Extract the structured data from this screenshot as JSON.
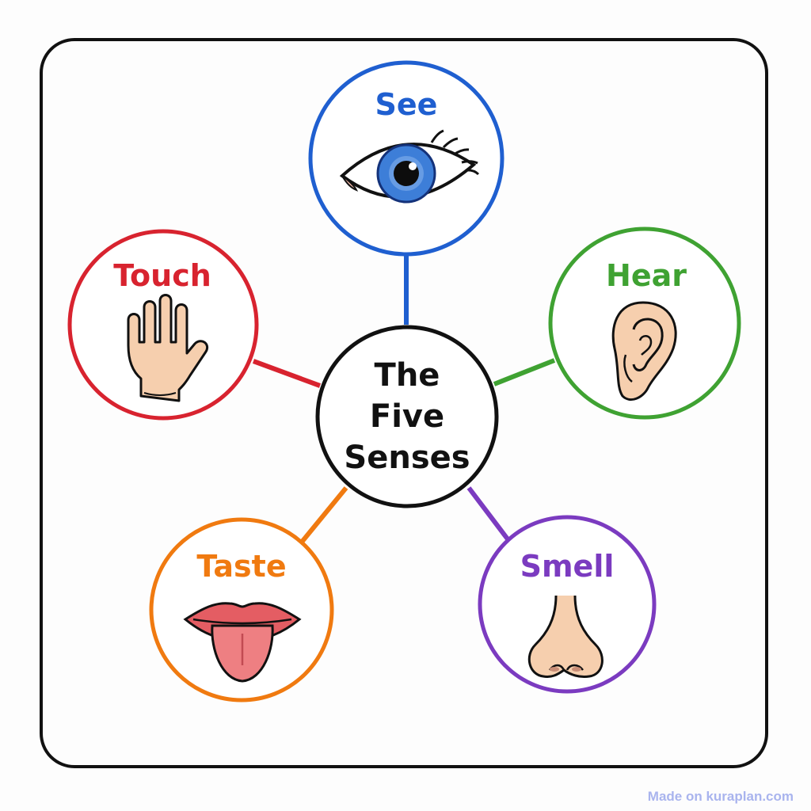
{
  "center": {
    "lines": [
      "The",
      "Five",
      "Senses"
    ]
  },
  "senses": [
    {
      "id": "see",
      "label": "See",
      "color": "#1f5fd0",
      "icon": "eye-icon"
    },
    {
      "id": "hear",
      "label": "Hear",
      "color": "#3fa232",
      "icon": "ear-icon"
    },
    {
      "id": "smell",
      "label": "Smell",
      "color": "#7b3bc0",
      "icon": "nose-icon"
    },
    {
      "id": "taste",
      "label": "Taste",
      "color": "#f07a10",
      "icon": "tongue-icon"
    },
    {
      "id": "touch",
      "label": "Touch",
      "color": "#d8232f",
      "icon": "hand-icon"
    }
  ],
  "footer": {
    "credit": "Made on kuraplan.com"
  }
}
